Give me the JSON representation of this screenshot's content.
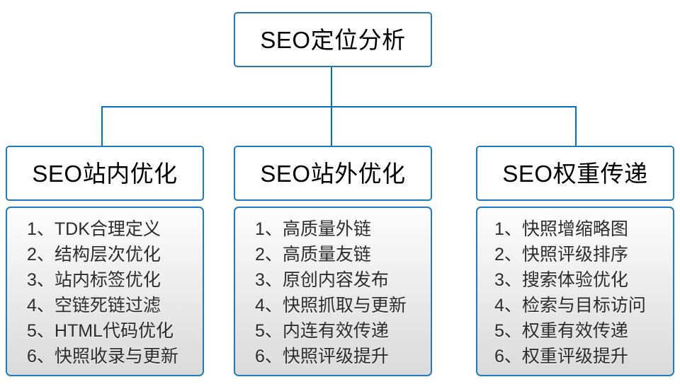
{
  "diagram": {
    "title": "SEO定位分析",
    "root": {
      "label": "SEO定位分析"
    },
    "colors": {
      "border": "#1f7bc1",
      "connector": "#0070c0",
      "header_background": "#ffffff",
      "panel_gradient_top": "#fdfdfd",
      "panel_gradient_bottom": "#dadada",
      "text": "#000000",
      "list_text": "#2b2b2b"
    },
    "branches": [
      {
        "header": "SEO站内优化",
        "items": [
          "1、TDK合理定义",
          "2、结构层次优化",
          "3、站内标签优化",
          "4、空链死链过滤",
          "5、HTML代码优化",
          "6、快照收录与更新"
        ]
      },
      {
        "header": "SEO站外优化",
        "items": [
          "1、高质量外链",
          "2、高质量友链",
          "3、原创内容发布",
          "4、快照抓取与更新",
          "5、内连有效传递",
          "6、快照评级提升"
        ]
      },
      {
        "header": "SEO权重传递",
        "items": [
          "1、快照增缩略图",
          "2、快照评级排序",
          "3、搜索体验优化",
          "4、检索与目标访问",
          "5、权重有效传递",
          "6、权重评级提升"
        ]
      }
    ]
  }
}
